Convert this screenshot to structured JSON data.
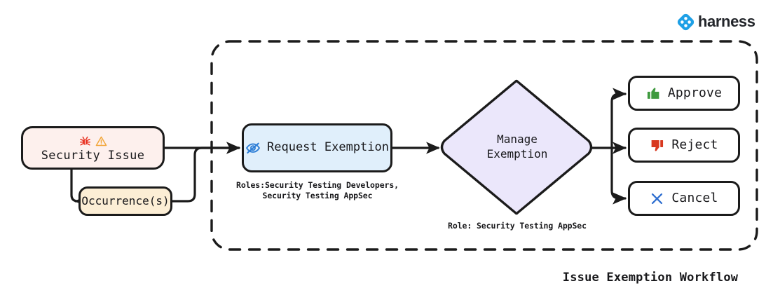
{
  "brand": {
    "name": "harness",
    "logo_icon": "harness-diamond-logo-icon",
    "color": "#1ea0e6"
  },
  "workflow": {
    "title": "Issue Exemption Workflow",
    "container_style": "dashed"
  },
  "nodes": {
    "security_issue": {
      "label": "Security Issue",
      "icons": [
        "bug-icon",
        "warning-triangle-icon"
      ],
      "fill": "#fdf0ed",
      "icon_colors": {
        "bug": "#e8301f",
        "warning": "#f2a73b"
      }
    },
    "occurrences": {
      "label": "Occurrence(s)",
      "fill": "#fceed5"
    },
    "request_exemption": {
      "label": "Request Exemption",
      "icon": "eye-slash-icon",
      "icon_color": "#2f7fd6",
      "fill": "#e0effb",
      "caption_line1": "Roles:Security Testing Developers,",
      "caption_line2": "Security Testing AppSec"
    },
    "manage_exemption": {
      "label_line1": "Manage",
      "label_line2": "Exemption",
      "fill": "#ebe7fb",
      "caption": "Role: Security Testing AppSec"
    }
  },
  "actions": [
    {
      "label": "Approve",
      "icon": "thumbs-up-icon",
      "color": "#3f9a3f"
    },
    {
      "label": "Reject",
      "icon": "thumbs-down-icon",
      "color": "#d8381f"
    },
    {
      "label": "Cancel",
      "icon": "x-cross-icon",
      "color": "#2f6fd0"
    }
  ],
  "colors": {
    "stroke": "#1b1b1b",
    "background": "#ffffff"
  }
}
